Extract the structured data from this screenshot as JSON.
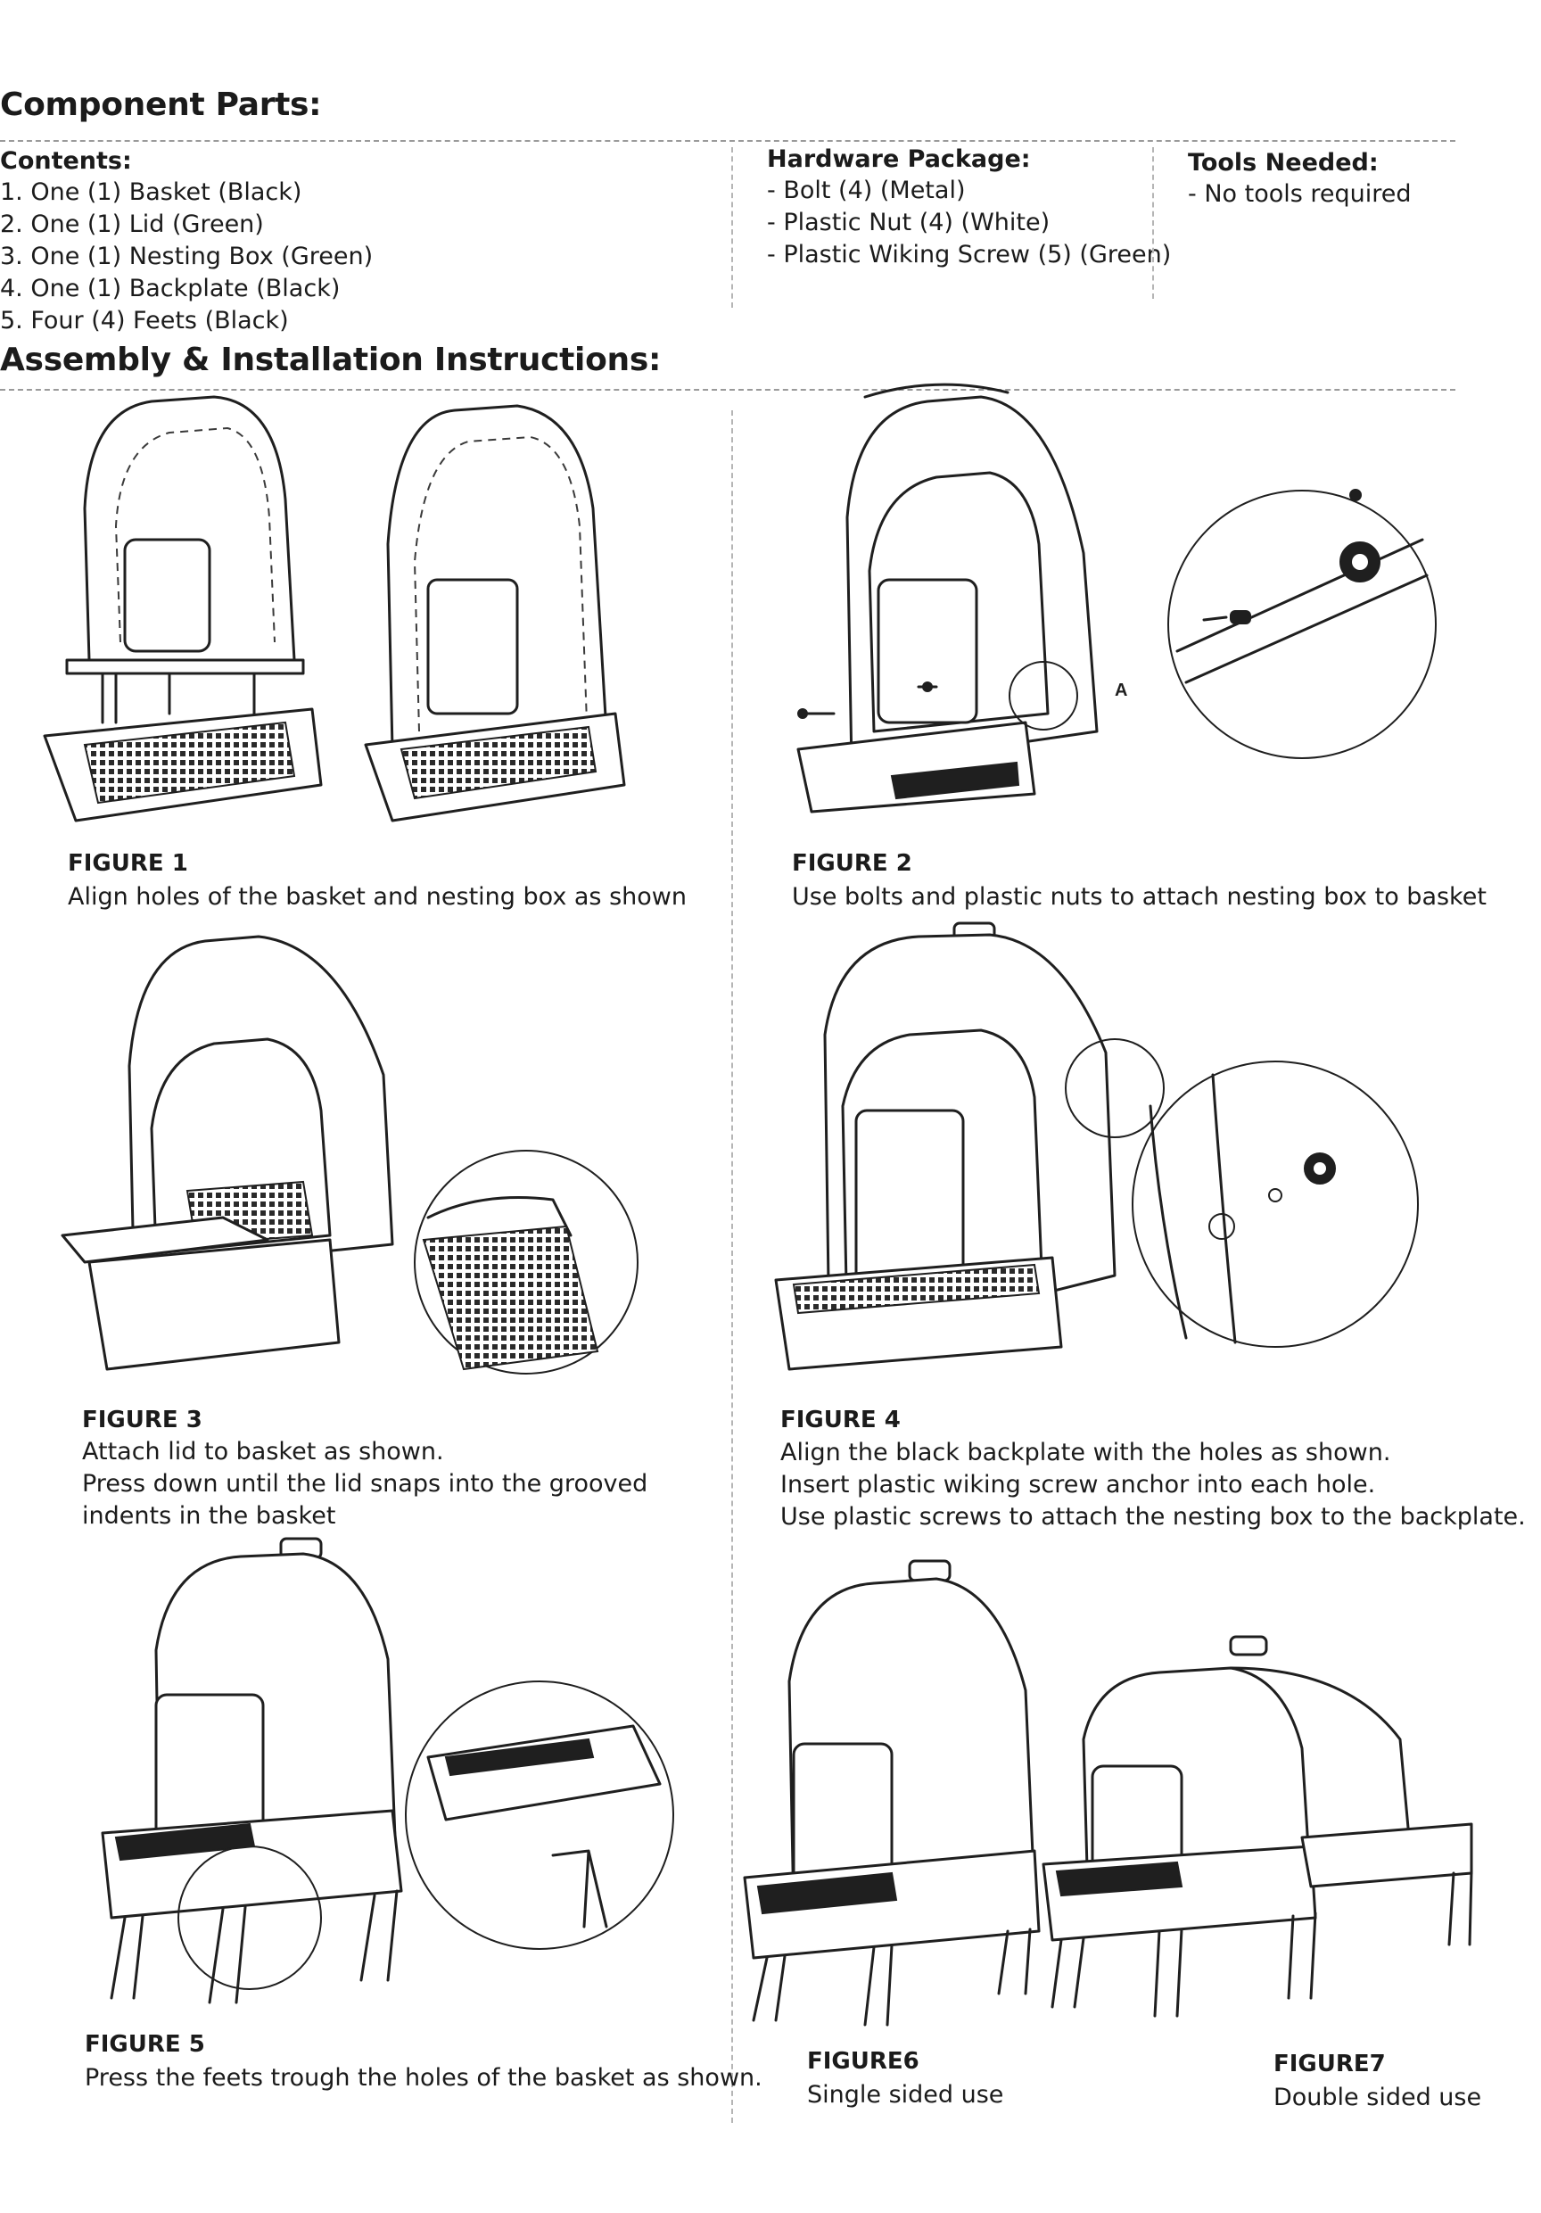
{
  "component_parts": {
    "title": "Component Parts:",
    "contents": {
      "heading": "Contents:",
      "items": [
        "1. One (1) Basket (Black)",
        "2. One (1) Lid (Green)",
        "3. One (1) Nesting Box (Green)",
        "4. One (1) Backplate (Black)",
        "5. Four (4) Feets (Black)"
      ]
    },
    "hardware": {
      "heading": "Hardware Package:",
      "items": [
        "- Bolt (4) (Metal)",
        "- Plastic Nut (4) (White)",
        "- Plastic Wiking Screw (5) (Green)"
      ]
    },
    "tools": {
      "heading": "Tools Needed:",
      "items": [
        "- No tools required"
      ]
    }
  },
  "assembly": {
    "title": "Assembly & Installation Instructions:",
    "figures": [
      {
        "label": "FIGURE 1",
        "lines": [
          "Align holes of the basket and nesting box as shown"
        ]
      },
      {
        "label": "FIGURE 2",
        "lines": [
          "Use bolts and plastic nuts to attach nesting box to basket"
        ],
        "callout": "A"
      },
      {
        "label": "FIGURE 3",
        "lines": [
          "Attach lid to basket as shown.",
          "Press down until the lid snaps into the grooved",
          "indents in the basket"
        ]
      },
      {
        "label": "FIGURE 4",
        "lines": [
          "Align the black backplate with the holes as shown.",
          "Insert plastic wiking screw anchor into each hole.",
          "Use plastic screws to attach the nesting box to the backplate."
        ]
      },
      {
        "label": "FIGURE 5",
        "lines": [
          "Press the feets trough the holes of the basket as shown."
        ]
      },
      {
        "label": "FIGURE6",
        "lines": [
          "Single sided use"
        ]
      },
      {
        "label": "FIGURE7",
        "lines": [
          "Double sided use"
        ]
      }
    ]
  }
}
